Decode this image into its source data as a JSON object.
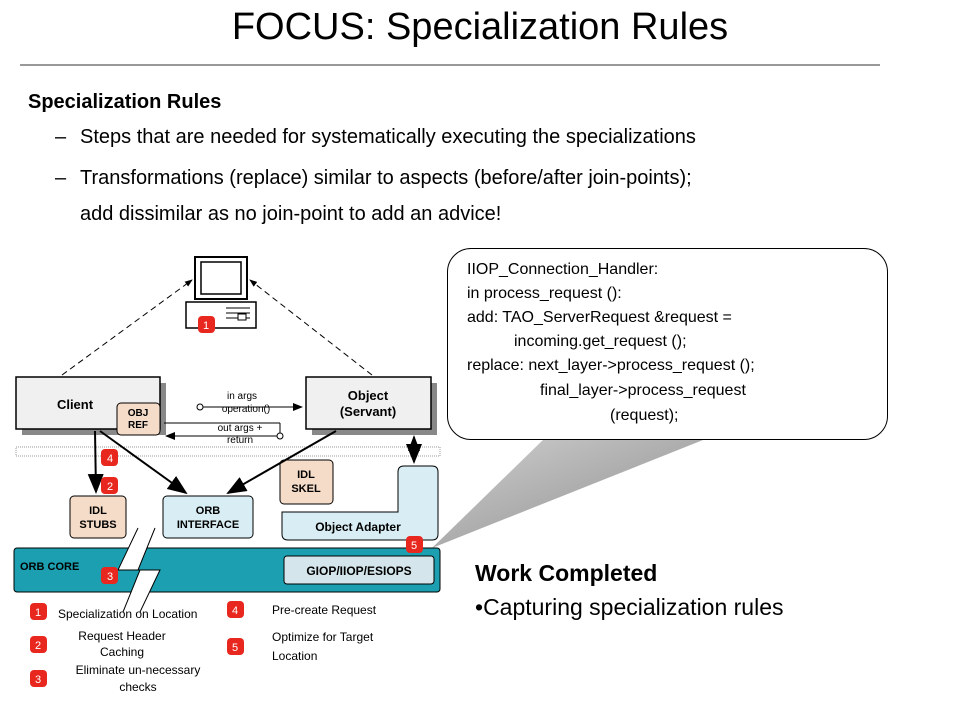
{
  "title": "FOCUS: Specialization Rules",
  "heading": "Specialization Rules",
  "bullets": [
    {
      "marker": "–",
      "line1": "Steps that are needed for systematically executing the specializations"
    },
    {
      "marker": "–",
      "line1": "Transformations (replace) similar to aspects (before/after join-points);",
      "line2": "add dissimilar as no join-point to add an advice!"
    }
  ],
  "callout": {
    "lines": [
      "IIOP_Connection_Handler:",
      "in process_request ():",
      "add: TAO_ServerRequest &request =",
      "incoming.get_request ();",
      "replace: next_layer->process_request ();",
      "final_layer->process_request",
      "(request);"
    ]
  },
  "work": {
    "heading": "Work Completed",
    "bullet": "•",
    "item": "Capturing specialization rules"
  },
  "diagram": {
    "client": "Client",
    "obj_ref": [
      "OBJ",
      "REF"
    ],
    "object": [
      "Object",
      "(Servant)"
    ],
    "in_args": [
      "in args",
      "operation()"
    ],
    "out_args": [
      "out args +",
      "return"
    ],
    "idl_stubs": [
      "IDL",
      "STUBS"
    ],
    "orb_interface": [
      "ORB",
      "INTERFACE"
    ],
    "idl_skel": [
      "IDL",
      "SKEL"
    ],
    "object_adapter": "Object Adapter",
    "orb_core": "ORB CORE",
    "giop": "GIOP/IIOP/ESIOPS",
    "markers": [
      "1",
      "2",
      "3",
      "4",
      "5"
    ],
    "legend": [
      {
        "num": "1",
        "label": [
          "Specialization on Location"
        ]
      },
      {
        "num": "2",
        "label": [
          "Request Header",
          "Caching"
        ]
      },
      {
        "num": "3",
        "label": [
          "Eliminate un-necessary",
          "checks"
        ]
      },
      {
        "num": "4",
        "label": [
          "Pre-create Request"
        ]
      },
      {
        "num": "5",
        "label": [
          "Optimize for Target",
          "Location"
        ]
      }
    ]
  },
  "colors": {
    "marker": "#e8281e",
    "stub_fill": "#f5dcc8",
    "orb_fill": "#d8eef4",
    "orb_core_fill": "#1c9fb0",
    "giop_fill": "#d4e6ec"
  }
}
